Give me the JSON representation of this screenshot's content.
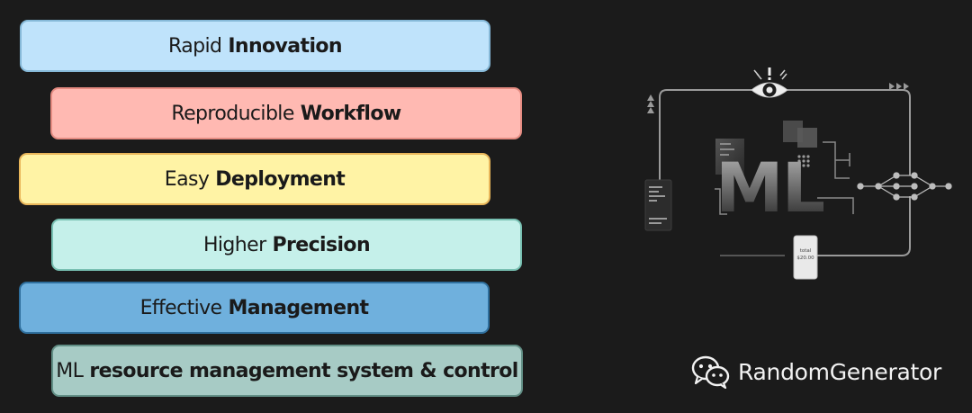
{
  "bars": [
    {
      "light": "Rapid",
      "bold": "Innovation",
      "color": "#bfe3fb",
      "border": "#86b9d8"
    },
    {
      "light": "Reproducible",
      "bold": "Workflow",
      "color": "#ffb9b2",
      "border": "#e58c82"
    },
    {
      "light": "Easy",
      "bold": "Deployment",
      "color": "#fff3a5",
      "border": "#e9b65a"
    },
    {
      "light": "Higher",
      "bold": "Precision",
      "color": "#c5f0ea",
      "border": "#78c0b2"
    },
    {
      "light": "Effective",
      "bold": "Management",
      "color": "#6fb0dd",
      "border": "#2f6f9d"
    },
    {
      "light": "ML",
      "bold": "resource management system & control",
      "color": "#a7cbc5",
      "border": "#628f86"
    }
  ],
  "illustration": {
    "big_letters": "ML",
    "receipt_label": "total",
    "receipt_amount": "$20.00",
    "icon": "ml-eye-pipeline-icon"
  },
  "watermark": {
    "icon": "wechat-icon",
    "text": "RandomGenerator"
  }
}
